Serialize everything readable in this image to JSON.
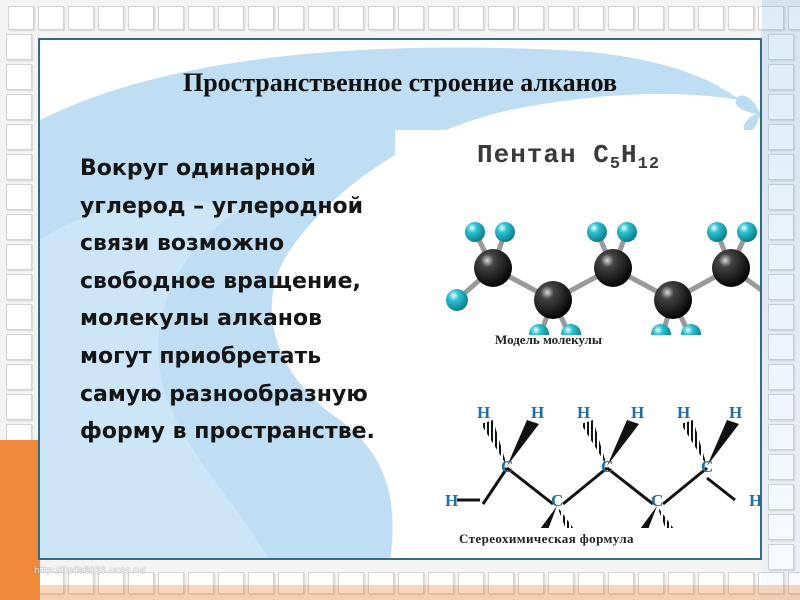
{
  "slide": {
    "title": "Пространственное строение  алканов",
    "bullet_glyph": "",
    "body_text": "Вокруг одинарной углерод – углеродной связи возможно свободное вращение, молекулы алканов могут приобретать самую разнообразную форму в пространстве.",
    "source_url": "http://linda6035.ucoz.ru/"
  },
  "figure": {
    "heading_prefix": "Пентан  C",
    "heading_c_sub": "5",
    "heading_h": "H",
    "heading_h_sub": "12",
    "model_caption": "Модель молекулы",
    "stereo_caption": "Стереохимическая формула",
    "atom_labels": {
      "carbon": "C",
      "hydrogen": "H"
    }
  },
  "colors": {
    "frame_border": "#2e6c87",
    "swoosh": "#a9d3f0",
    "orange_accent": "#f08a3a",
    "hydrogen": "#2bc1d1",
    "carbon": "#111111",
    "stereo_label": "#1f6fa6"
  }
}
